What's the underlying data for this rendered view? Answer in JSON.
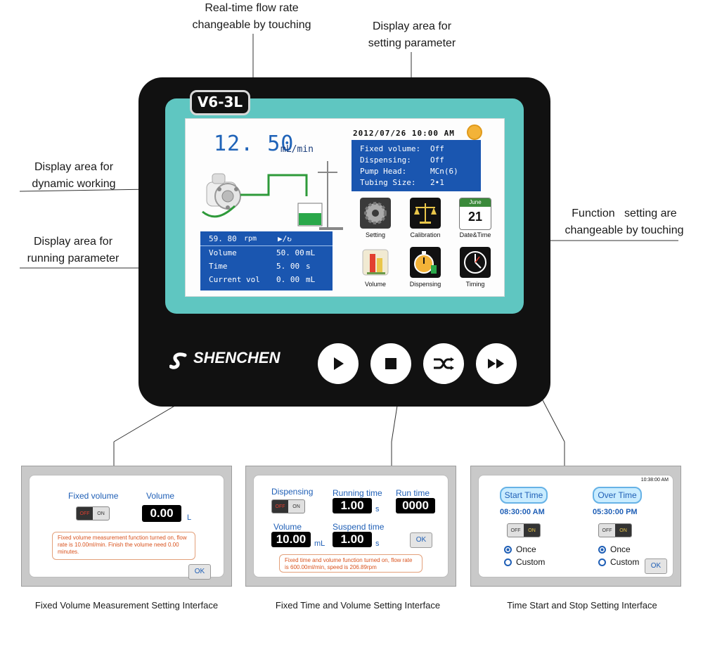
{
  "callouts": {
    "realtime_flow": [
      "Real-time flow rate",
      "changeable by touching"
    ],
    "setting_area": [
      "Display area for",
      "setting parameter"
    ],
    "dynamic_area": [
      "Display area for",
      "dynamic working"
    ],
    "running_area": [
      "Display area for",
      "running parameter"
    ],
    "function_setting": [
      "Function   setting are",
      "changeable by touching"
    ]
  },
  "device": {
    "model": "V6-3L",
    "brand": "SHENCHEN",
    "controls": [
      "play-icon",
      "stop-icon",
      "reverse-icon",
      "fast-forward-icon"
    ]
  },
  "screen": {
    "flow_value": "12. 50",
    "flow_unit": "mL/min",
    "datetime": "2012/07/26 10:00 AM",
    "params": [
      {
        "k": "Fixed volume:",
        "v": "Off"
      },
      {
        "k": "Dispensing:",
        "v": "Off"
      },
      {
        "k": "Pump Head:",
        "v": "MCn(6)"
      },
      {
        "k": "Tubing Size:",
        "v": "2•1"
      }
    ],
    "run_head": {
      "speed": "59. 80",
      "speed_unit": "rpm",
      "direction": "▶/↻"
    },
    "run_rows": [
      {
        "k": "Volume",
        "v": "50. 00",
        "u": "mL"
      },
      {
        "k": "Time",
        "v": "5. 00",
        "u": "s"
      },
      {
        "k": "Current vol",
        "v": "0. 00",
        "u": "mL"
      }
    ],
    "icons": [
      {
        "label": "Setting",
        "icon": "gear-icon",
        "color": "#444444"
      },
      {
        "label": "Calibration",
        "icon": "balance-scale-icon",
        "color": "#111111"
      },
      {
        "label": "Date&Time",
        "icon": "calendar-icon",
        "color": "#3a8a3a",
        "month": "June",
        "day": "21"
      },
      {
        "label": "Volume",
        "icon": "beaker-icon",
        "color": "#e8d8b0"
      },
      {
        "label": "Dispensing",
        "icon": "stopwatch-icon",
        "color": "#111111"
      },
      {
        "label": "Timing",
        "icon": "clock-icon",
        "color": "#111111"
      }
    ]
  },
  "panel1": {
    "fixed_volume_label": "Fixed volume",
    "volume_label": "Volume",
    "toggle_off": "OFF",
    "toggle_on": "ON",
    "volume_value": "0.00",
    "volume_unit": "L",
    "note": "Fixed volume measurement function turned on, flow rate is 10.00ml/min. Finish the volume need 0.00 minutes.",
    "ok": "OK",
    "caption": "Fixed Volume Measurement Setting Interface"
  },
  "panel2": {
    "dispensing_label": "Dispensing",
    "running_time_label": "Running time",
    "run_time_label": "Run time",
    "volume_label": "Volume",
    "suspend_time_label": "Suspend time",
    "toggle_off": "OFF",
    "toggle_on": "ON",
    "running_time_value": "1.00",
    "running_time_unit": "s",
    "run_time_value": "0000",
    "volume_value": "10.00",
    "volume_unit": "mL",
    "suspend_value": "1.00",
    "suspend_unit": "s",
    "ok": "OK",
    "note": "Fixed time and volume function turned on, flow rate is 600.00ml/min, speed is 206.89rpm",
    "caption": "Fixed Time and Volume Setting Interface"
  },
  "panel3": {
    "clock": "10:38:00 AM",
    "start_label": "Start Time",
    "over_label": "Over Time",
    "start_time": "08:30:00 AM",
    "over_time": "05:30:00 PM",
    "toggle_off": "OFF",
    "toggle_on": "ON",
    "once": "Once",
    "custom": "Custom",
    "ok": "OK",
    "caption": "Time Start and Stop Setting Interface"
  }
}
